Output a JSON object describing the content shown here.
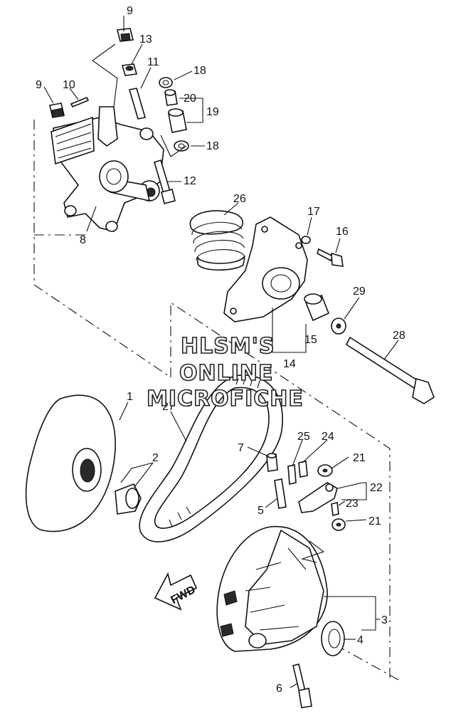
{
  "callouts": {
    "n9a": "9",
    "n13": "13",
    "n11": "11",
    "n18a": "18",
    "n9b": "9",
    "n10": "10",
    "n20": "20",
    "n19": "19",
    "n18b": "18",
    "n12": "12",
    "n8": "8",
    "n26": "26",
    "n17": "17",
    "n16": "16",
    "n29": "29",
    "n15": "15",
    "n14": "14",
    "n28": "28",
    "n1": "1",
    "n27": "27",
    "n2": "2",
    "n7": "7",
    "n25": "25",
    "n24": "24",
    "n21a": "21",
    "n22": "22",
    "n5": "5",
    "n23": "23",
    "n21b": "21",
    "n3": "3",
    "n4": "4",
    "n6": "6"
  },
  "watermark": {
    "line1": "HLSM'S",
    "line2": "ONLINE",
    "line3": "MICROFICHE"
  },
  "fwd_label": "FWD"
}
